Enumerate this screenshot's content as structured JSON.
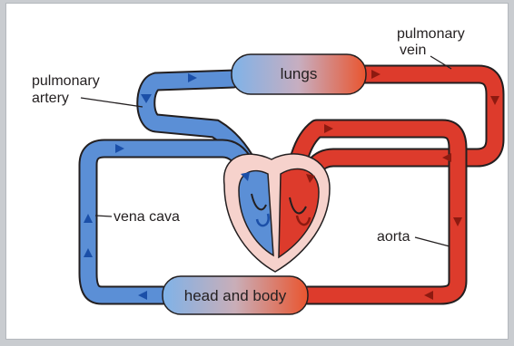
{
  "labels": {
    "lungs": "lungs",
    "head_and_body": "head and body",
    "pulmonary_vein_line1": "pulmonary",
    "pulmonary_vein_line2": "vein",
    "pulmonary_artery_line1": "pulmonary",
    "pulmonary_artery_line2": "artery",
    "vena_cava": "vena cava",
    "aorta": "aorta"
  },
  "colors": {
    "deoxygenated": "#5b8fd6",
    "oxygenated": "#dd3b2c",
    "outline": "#231f20",
    "heart_outer": "#f6d2cc",
    "arrow_blue": "#1b4fa8",
    "arrow_red": "#8d1a10"
  }
}
